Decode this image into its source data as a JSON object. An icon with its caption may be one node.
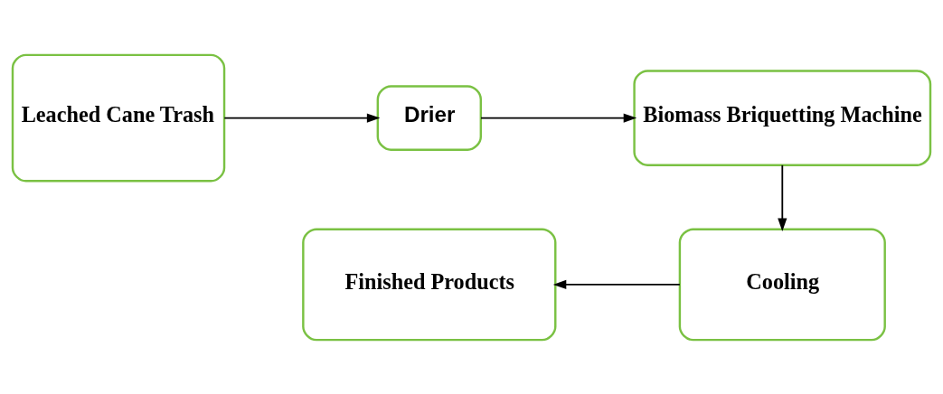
{
  "diagram": {
    "nodes": [
      {
        "text": [
          "Leached Cane Trash"
        ]
      },
      {
        "text": [
          "Drier"
        ]
      },
      {
        "text": [
          "Biomass Briquetting Machine"
        ]
      },
      {
        "text": [
          "Cooling"
        ]
      },
      {
        "text": [
          "Finished Products"
        ]
      }
    ],
    "edges": [
      {
        "from": 0,
        "to": 1,
        "arrow": "to"
      },
      {
        "from": 1,
        "to": 2,
        "arrow": "to"
      },
      {
        "from": 2,
        "to": 3,
        "arrow": "to"
      },
      {
        "from": 3,
        "to": 4,
        "arrow": "to"
      }
    ]
  }
}
